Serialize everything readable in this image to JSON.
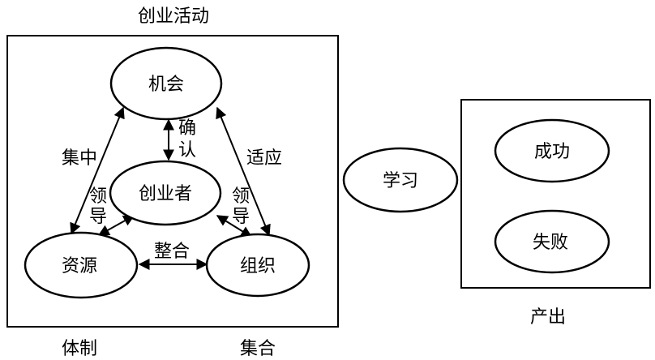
{
  "labels": {
    "entrepreneurial_activity": "创业活动",
    "system": "体制",
    "collection": "集合",
    "output": "产出"
  },
  "nodes": {
    "opportunity": "机会",
    "entrepreneur": "创业者",
    "resources": "资源",
    "organization": "组织",
    "learning": "学习",
    "success": "成功",
    "failure": "失败"
  },
  "edges": {
    "confirm_1": "确",
    "confirm_2": "认",
    "concentrate": "集中",
    "adapt": "适应",
    "lead_left_1": "领",
    "lead_left_2": "导",
    "lead_right_1": "领",
    "lead_right_2": "导",
    "integrate": "整合"
  }
}
